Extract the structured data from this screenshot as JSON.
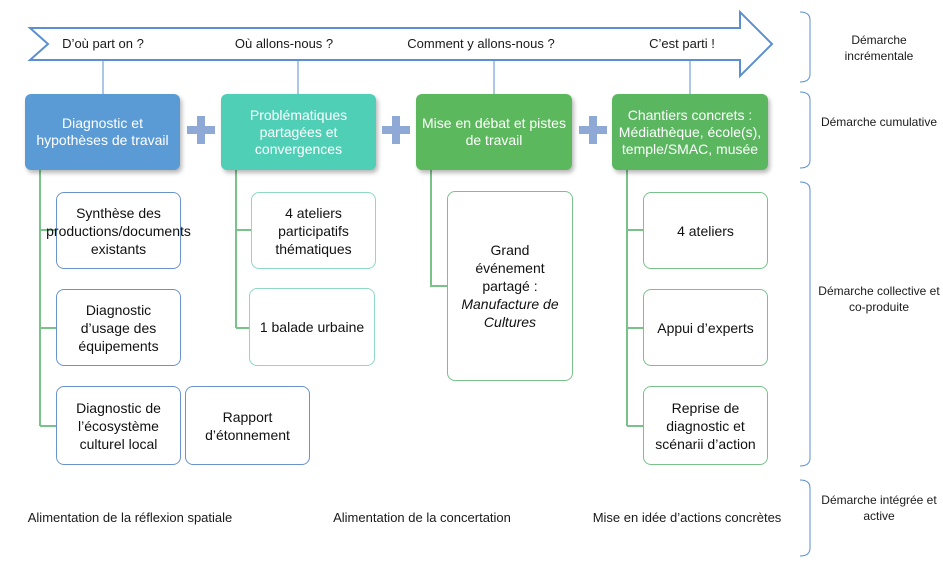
{
  "phases": [
    "D’où part on ?",
    "Où allons-nous ?",
    "Comment y allons-nous ?",
    "C’est parti !"
  ],
  "columns": [
    {
      "header": "Diagnostic et hypothèses de travail",
      "items": [
        "Synthèse des productions/documents existants",
        "Diagnostic d’usage des équipements",
        "Diagnostic de l’écosystème culturel local"
      ],
      "extra": "Rapport d’étonnement"
    },
    {
      "header": "Problématiques partagées et convergences",
      "items": [
        "4 ateliers participatifs thématiques",
        "1 balade urbaine"
      ]
    },
    {
      "header": "Mise en débat et pistes de travail",
      "items": [
        {
          "line1": "Grand événement partagé :",
          "line2": "Manufacture de Cultures"
        }
      ]
    },
    {
      "header": "Chantiers concrets : Médiathèque, école(s), temple/SMAC, musée",
      "items": [
        "4 ateliers",
        "Appui d’experts",
        "Reprise de diagnostic et scénarii d’action"
      ]
    }
  ],
  "side_labels": [
    "Démarche incrémentale",
    "Démarche cumulative",
    "Démarche collective et co-produite",
    "Démarche intégrée et active"
  ],
  "bottom_labels": [
    "Alimentation de la réflexion spatiale",
    "Alimentation de la concertation",
    "Mise en idée d’actions concrètes"
  ],
  "colors": {
    "col1": "#5b9bd5",
    "col2": "#4fcfb6",
    "col3": "#5cb85c",
    "col4": "#5ab760",
    "arrow": "#5b8fd0",
    "plus": "#8fa9d6"
  }
}
